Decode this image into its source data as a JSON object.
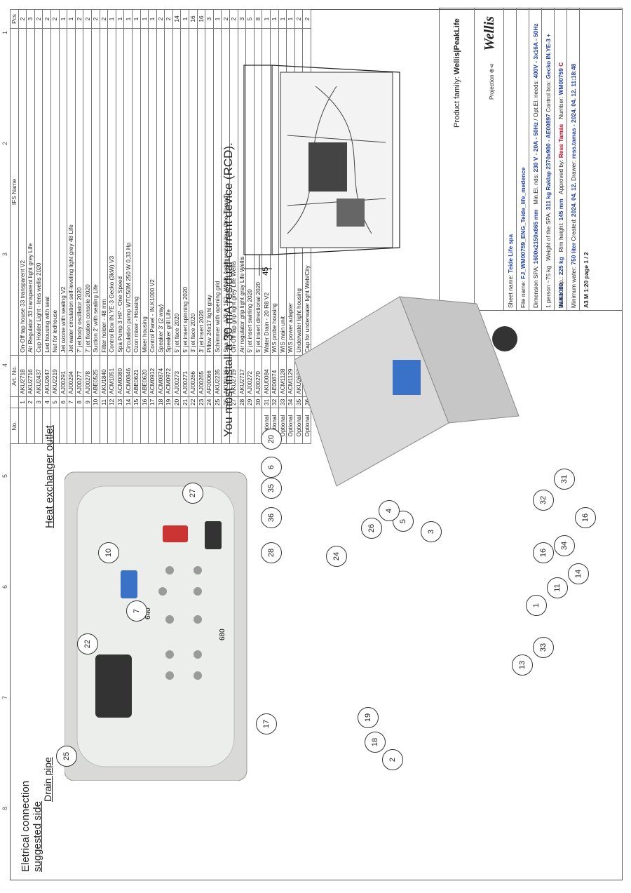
{
  "table": {
    "headers": [
      "No.",
      "Art. No.",
      "IFS Name",
      "Pcs"
    ],
    "rows": [
      [
        "1",
        "AKU2718",
        "On-Off tap house 33 transparent V2",
        "2"
      ],
      [
        "2",
        "AKU2716",
        "Air Regulator 33 transparent light grey Life",
        "3"
      ],
      [
        "3",
        "AKU2437",
        "Cup Holder Light - lens wellis 2020",
        "2"
      ],
      [
        "4",
        "AKU2647",
        "Led housing with seal",
        "2"
      ],
      [
        "5",
        "AKU2219",
        "Nut for ledhouse",
        "2"
      ],
      [
        "6",
        "AJ00291",
        "Jet ozone with sealing V2",
        "1"
      ],
      [
        "7",
        "AJ00294",
        "Jet water circulation self-leveling light grey 48 Life",
        "1"
      ],
      [
        "8",
        "AJ00277",
        "7' jet body oscillator 2020",
        "2"
      ],
      [
        "9",
        "AJ00278",
        "7' jet fixation console 2020",
        "2"
      ],
      [
        "10",
        "ABE0525",
        "Suction 2' with sealing Life",
        "2"
      ],
      [
        "11",
        "AKU1840",
        "Filter holder - 48 mm",
        "2"
      ],
      [
        "12",
        "ACM1051",
        "Control Box IN.YE-3 Gecko (3kW) V3",
        "1"
      ],
      [
        "13",
        "ACM0080",
        "Spa Pump 3 HP - One Speed",
        "1"
      ],
      [
        "14",
        "ACM0846",
        "Circulation pump WTC50M 250 W 0,33 Hp",
        "1"
      ],
      [
        "15",
        "ABE0621",
        "Ozon mixer - Housing",
        "1"
      ],
      [
        "16",
        "ABE0620",
        "Mixer housing",
        "1"
      ],
      [
        "17",
        "ACM0912",
        "Control Panel - IN.K1000 V2",
        "1"
      ],
      [
        "18",
        "ACM0874",
        "Speaker 3' (2 way)",
        "2"
      ],
      [
        "19",
        "ACM0972",
        "Speaker grill Life",
        "2"
      ],
      [
        "20",
        "AJ00273",
        "5' jet face 2020",
        "14"
      ],
      [
        "21",
        "AJ00271",
        "5' jet insert spinning 2020",
        "1"
      ],
      [
        "22",
        "AJ00266",
        "3' jet face 2020",
        "16"
      ],
      [
        "23",
        "AJ00265",
        "3' jet insert 2020",
        "16"
      ],
      [
        "24",
        "AF00066",
        "Pillow 24x17 light gray",
        "3"
      ],
      [
        "25",
        "AKU2235",
        "Schimmer with opening grid",
        "1"
      ],
      [
        "26",
        "AKU0136",
        "Spa Filter - 175 × 152 - Wellis Antimicrobial blue (fine Thread)",
        "2"
      ],
      [
        "27",
        "AKU2719",
        "On-Off tap grip light grey Life Wellis",
        "2"
      ],
      [
        "28",
        "AKU2717",
        "Air regulator grip light gray Life Wellis",
        "3"
      ],
      [
        "29",
        "AJ00272",
        "5' jet insert swirling 2020",
        "5"
      ],
      [
        "30",
        "AJ00270",
        "5' jet insert directional 2020",
        "8"
      ],
      [
        "Optional",
        "31",
        "AKU0084",
        "Water Drain - 20 R8 V2",
        "1"
      ],
      [
        "Optional",
        "32",
        "AE00874",
        "WIS probe housing",
        "1"
      ],
      [
        "Optional",
        "33",
        "ACM1128",
        "WIS main unit",
        "1"
      ],
      [
        "Optional",
        "34",
        "ACM1129",
        "WIS power adapter",
        "1"
      ],
      [
        "Optional",
        "35",
        "AKU2697",
        "Underwater light housing",
        "2"
      ],
      [
        "Optional",
        "36",
        "AKU2692",
        "Cap for underwater light Web/City",
        "2"
      ]
    ]
  },
  "note": "You must install a 30 mA residual-current device (RCD).",
  "dimension_label": "145",
  "labels": {
    "heat_exchanger": "Heat exchanger outlet",
    "electrical": "Eletrical connection",
    "suggested": "suggested side",
    "drain": "Drain pipe",
    "dim_640": "640",
    "dim_680": "680"
  },
  "callouts_top": [
    "17",
    "27",
    "22",
    "7",
    "10",
    "28",
    "36",
    "35",
    "6",
    "20",
    "25"
  ],
  "callouts_iso": [
    "11",
    "33",
    "34",
    "16",
    "31",
    "32",
    "16",
    "14",
    "3",
    "5",
    "4",
    "26",
    "24",
    "1",
    "19",
    "18",
    "2",
    "13"
  ],
  "title_block": {
    "family_label": "Product family:",
    "family": "Wellis|PeakLife",
    "projection": "Projection",
    "brand": "Wellis",
    "sheet_name_label": "Sheet name:",
    "sheet_name": "Teide Life spa",
    "file_label": "File name:",
    "file": "FJ_WM00759_ENG_Teide_life_medence",
    "dim_label": "Dimension SPA:",
    "dim": "1600x2150x865 mm",
    "minel_label": "Min.El. nds:",
    "minel": "230 V - 20A - 50Hz",
    "optel_label": "Opt.El. needs:",
    "optel": "400V - 3x16A - 50Hz",
    "person": "1 person ~75 kg",
    "weight_label": "Weight of the SPA:",
    "weight": "311 kg",
    "raklap_label": "Raklap",
    "raklap": "2370x980 - AE00897",
    "control_label": "Control box:",
    "control": "Gecko IN.YE-3 + IN.K1000",
    "water_label": "Water disp.:",
    "water": "225 kg",
    "rim_label": "Rim height:",
    "rim": "145 mm",
    "approved_label": "Approved by:",
    "approved": "Ress Tamás",
    "number_label": "Number:",
    "number": "WM00759",
    "rev": "C",
    "min_water_label": "Minimum water:",
    "min_water": "750 liter",
    "created_label": "Created:",
    "created": "2024. 04. 12.",
    "drawer_label": "Drawer:",
    "drawer": "ress.tamas - 2024. 04. 12. 11:18:48",
    "size": "A3",
    "scale": "M 1:20",
    "page": "page 1 / 2"
  },
  "zones": [
    "8",
    "7",
    "6",
    "5",
    "4",
    "3",
    "2",
    "1"
  ]
}
